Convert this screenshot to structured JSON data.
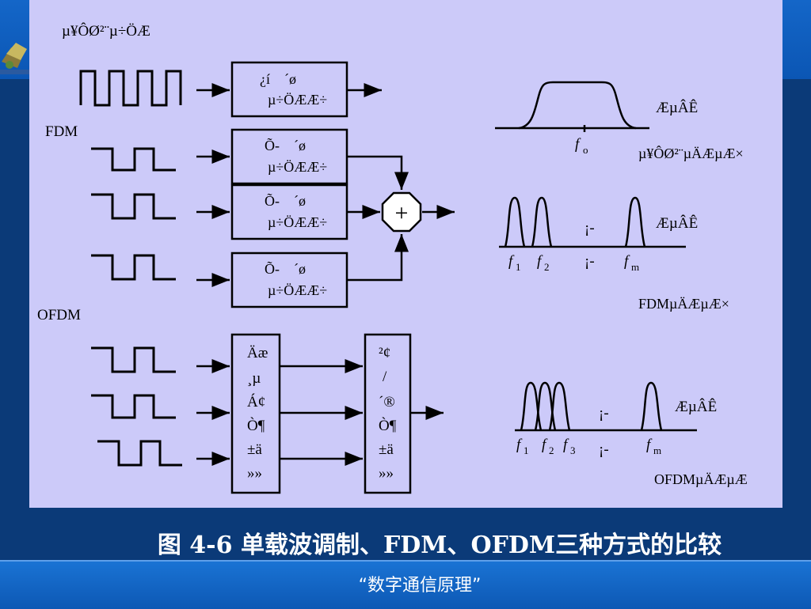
{
  "slide": {
    "caption": "图 4-6 单载波调制、FDM、OFDM三种方式的比较",
    "footer": "“数字通信原理”"
  },
  "diagram": {
    "single_carrier_label": "µ¥ÔØ²¨µ÷ÖÆ",
    "fdm_label": "FDM",
    "ofdm_label": "OFDM",
    "modulator_box_1": [
      "¿í　´ø",
      "µ÷ÖÆÆ÷"
    ],
    "modulator_box_narrow": [
      "Õ-　´ø",
      "µ÷ÖÆÆ÷"
    ],
    "ofdm_box_left": [
      "Äæ",
      "¸µ",
      "Á¢",
      "Ò¶",
      "±ä",
      "»»"
    ],
    "ofdm_box_right": [
      "²¢",
      "/",
      "´®",
      "Ò¶",
      "±ä",
      "»»"
    ],
    "adder_symbol": "+",
    "freq_label": "ÆµÂÊ",
    "f0": "f",
    "f0_sub": "o",
    "spectrum_caption_single": "µ¥ÔØ²¨µÄÆµÆ×",
    "spectrum_caption_fdm": "FDMµÄÆµÆ×",
    "spectrum_caption_ofdm": "OFDMµÄÆµÆ",
    "ellipsis": "¡-",
    "f_letter": "f",
    "sub_1": "1",
    "sub_2": "2",
    "sub_3": "3",
    "sub_m": "m"
  }
}
